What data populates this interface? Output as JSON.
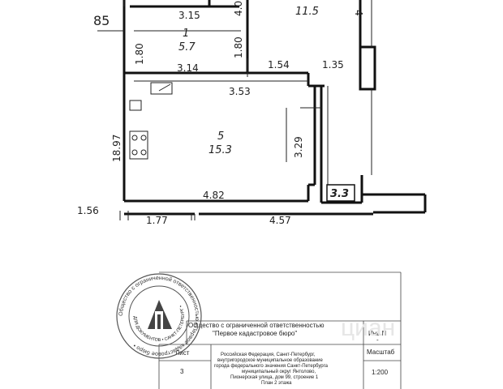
{
  "plan": {
    "top_left_number": "85",
    "left_outer_dim": "18.97",
    "left_bottom_dim": "1.56",
    "top_dims": {
      "a": "3.15",
      "b": "4.0",
      "c": "4"
    },
    "room1": {
      "number": "1",
      "area": "5.7"
    },
    "room_top": {
      "area": "11.5"
    },
    "dims_mid": {
      "left_vert": "1.80",
      "right_vert": "1.80",
      "w1": "3.14",
      "w2": "1.54",
      "w3": "1.35",
      "w4": "3.53"
    },
    "room5": {
      "number": "5",
      "area": "15.3"
    },
    "room5_height": "3.29",
    "room5_width": "4.82",
    "balcony": {
      "area": "3.3"
    },
    "bottom_dims": {
      "left": "1.77",
      "right": "4.57"
    }
  },
  "titleblock": {
    "org_line1": "Общество с ограниченной ответственностью",
    "org_line2": "\"Первое кадастровое бюро\"",
    "inv_label": "Инв.N",
    "inv_value": "-",
    "sheet_label": "Лист",
    "sheet_value": "3",
    "address_lines": [
      "Российская Федерация, Санкт-Петербург,",
      "внутригородское муниципальное образование",
      "города федерального значения Санкт-Петербурга",
      "муниципальный округ Янтолово,",
      "Пионерская улица, дом 99, строение 1",
      "План 2 этажа"
    ],
    "scale_label": "Масштаб",
    "scale_value": "1:200"
  },
  "stamp": {
    "outer_text": "Общество с ограниченной ответственностью • Первое кадастровое бюро •",
    "inner_text": "ДЛЯ ДОКУМЕНТОВ • САНКТ-ПЕТЕРБУРГ •"
  },
  "watermark": "циан"
}
